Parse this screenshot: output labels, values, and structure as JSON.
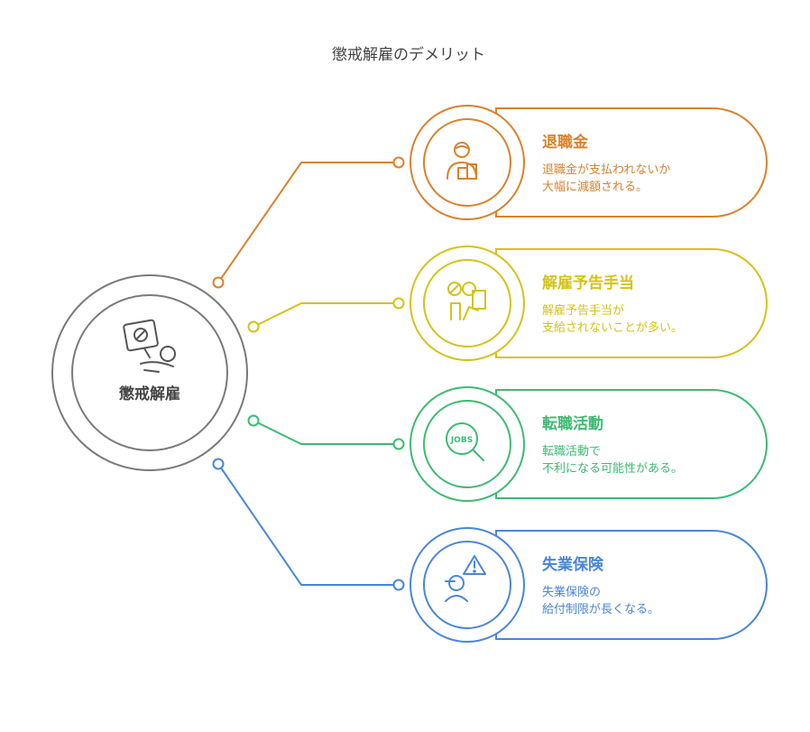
{
  "title": "懲戒解雇のデメリット",
  "center": {
    "label": "懲戒解雇",
    "icon": "dismissal-sign-person-icon",
    "color": "#7a7a7a"
  },
  "items": [
    {
      "title": "退職金",
      "desc_lines": [
        "退職金が支払われないか",
        "大幅に減額される。"
      ],
      "color": "#d9822b",
      "icon": "person-with-boxes-icon"
    },
    {
      "title": "解雇予告手当",
      "desc_lines": [
        "解雇予告手当が",
        "支給されないことが多い。"
      ],
      "color": "#d4c21a",
      "icon": "person-carrying-box-icon"
    },
    {
      "title": "転職活動",
      "desc_lines": [
        "転職活動で",
        "不利になる可能性がある。"
      ],
      "color": "#3dba73",
      "icon": "jobs-magnifier-icon"
    },
    {
      "title": "失業保険",
      "desc_lines": [
        "失業保険の",
        "給付制限が長くなる。"
      ],
      "color": "#4a86d8",
      "icon": "person-warning-icon"
    }
  ]
}
